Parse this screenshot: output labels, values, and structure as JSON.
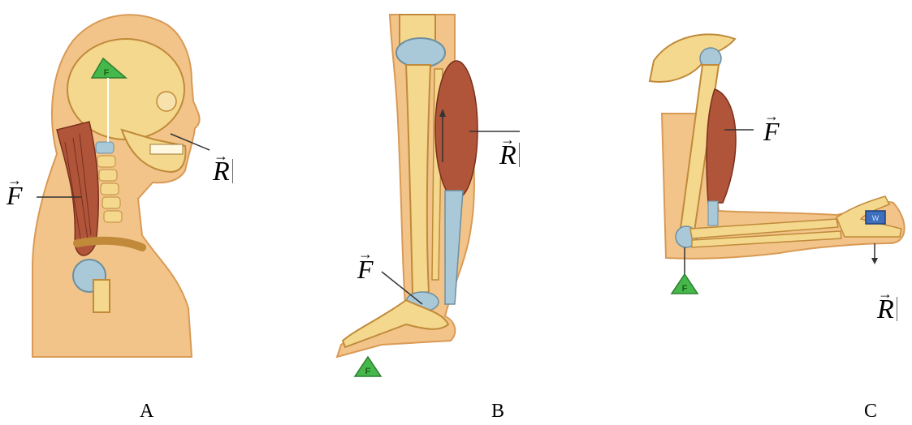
{
  "figures": [
    {
      "id": "A",
      "caption": "A",
      "effort_label": "F",
      "resistance_label": "R",
      "fulcrum_label": "F"
    },
    {
      "id": "B",
      "caption": "B",
      "effort_label": "F",
      "resistance_label": "R",
      "fulcrum_label": "F"
    },
    {
      "id": "C",
      "caption": "C",
      "effort_label": "F",
      "resistance_label": "R",
      "fulcrum_label": "F",
      "weight_label": "W"
    }
  ],
  "colors": {
    "skin": "#f2c48a",
    "skin_dark": "#e7a45e",
    "bone": "#f4d88d",
    "bone_outline": "#c08a3a",
    "muscle": "#b0553a",
    "tendon": "#a9c8d8",
    "fulcrum": "#44b84a",
    "weight": "#3d6fbf"
  }
}
